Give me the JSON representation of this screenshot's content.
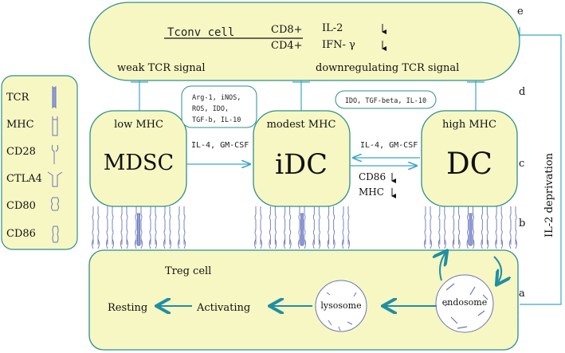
{
  "tconv": {
    "title": "Tconv cell",
    "cd8": "CD8+",
    "cd4": "CD4+",
    "il2": "IL-2",
    "ifn": "IFN- γ",
    "weak": "weak TCR signal",
    "downreg": "downregulating TCR signal",
    "row_label": "e"
  },
  "legend": {
    "items": [
      "TCR",
      "MHC",
      "CD28",
      "CTLA4",
      "CD80",
      "CD86"
    ]
  },
  "cells": {
    "mdsc": {
      "sub": "low MHC",
      "name": "MDSC"
    },
    "idc": {
      "sub": "modest MHC",
      "name": "iDC"
    },
    "dc": {
      "sub": "high MHC",
      "name": "DC"
    }
  },
  "factors": {
    "box1": [
      "Arg-1, iNOS,",
      "ROS, IDO,",
      "TGF-b, IL-10"
    ],
    "box2": "IDO, TGF-beta, IL-10",
    "arrow1": "IL-4, GM-CSF",
    "arrow2": "IL-4, GM-CSF",
    "cd86": "CD86",
    "mhc": "MHC"
  },
  "treg": {
    "title": "Treg cell",
    "resting": "Resting",
    "activating": "Activating",
    "lysosome": "lysosome",
    "endosome": "endosome"
  },
  "side": {
    "il2_deprivation": "IL-2 deprivation",
    "letters": [
      "d",
      "c",
      "b",
      "a"
    ]
  },
  "colors": {
    "cell_fill": "#f7f7c4",
    "outline": "#2e8f8a",
    "arrow": "#3aa6c6",
    "bold_arrow": "#1f8fa3",
    "receptor": "#6b74b8"
  }
}
